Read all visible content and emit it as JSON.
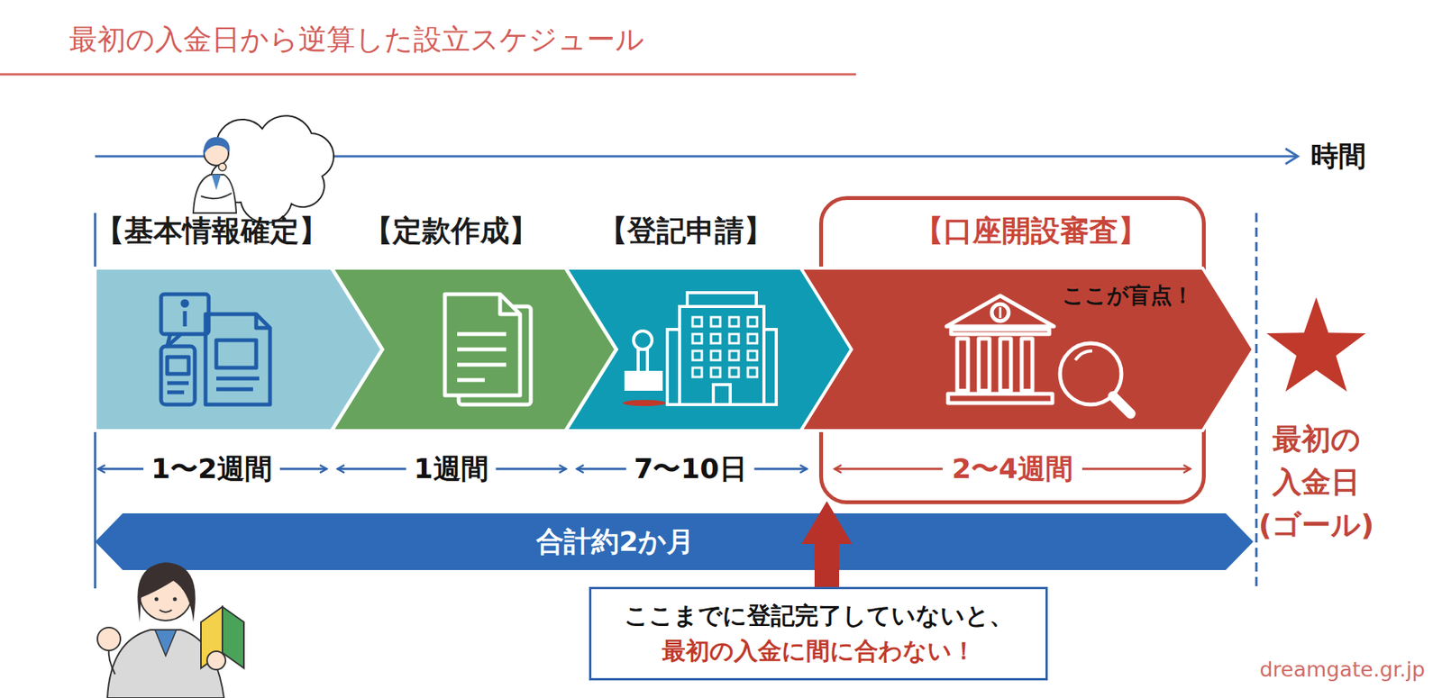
{
  "diagram": {
    "title": "最初の入金日から逆算した設立スケジュール",
    "nodes": [
      {
        "text": [
          "【基本情報確定】"
        ]
      },
      {
        "text": [
          "【定款作成】"
        ]
      },
      {
        "text": [
          "【登記申請】"
        ]
      },
      {
        "text": [
          "【口座開設審査】",
          "2〜4週間"
        ]
      },
      {
        "text": [
          "ここが盲点！"
        ],
        "in": 3
      },
      {
        "text": [
          "合計約2か月"
        ]
      },
      {
        "text": [
          "最初の 入金日 (ゴール)"
        ]
      },
      {
        "text": [
          "ここまでに登記完了していないと、",
          "最初の入金に間に合わない！"
        ]
      }
    ],
    "edges": [
      {
        "from": 7,
        "to": 3,
        "arrow": "to"
      }
    ],
    "labels": [
      "時間",
      "1〜2週間",
      "1週間",
      "7〜10日",
      "dreamgate.gr.jp"
    ]
  }
}
